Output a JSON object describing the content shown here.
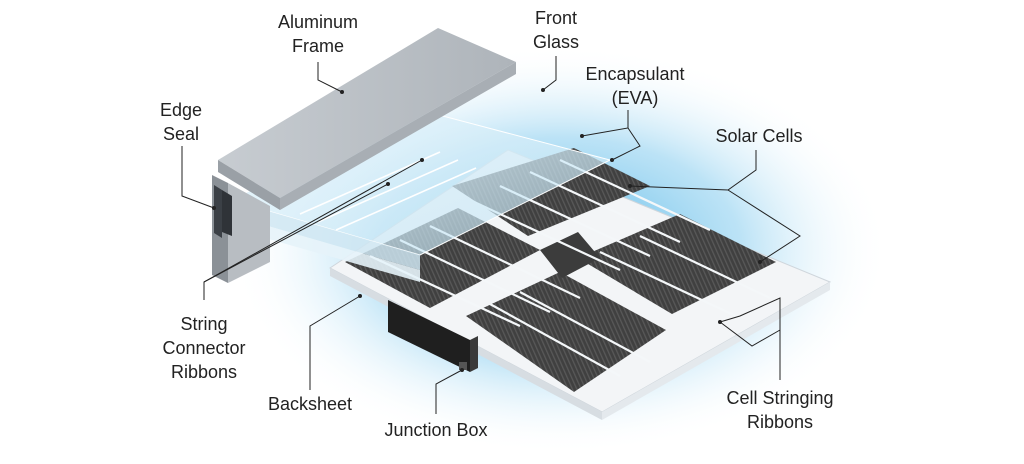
{
  "colors": {
    "frame": "#b9bec4",
    "glass": "#d9ecf6",
    "cell": "#3c3c3c",
    "backsheet": "#f2f4f6",
    "glow": "#5bb8e6",
    "leader": "#222222"
  },
  "labels": {
    "aluminum_frame": [
      "Aluminum",
      "Frame"
    ],
    "front_glass": [
      "Front",
      "Glass"
    ],
    "encapsulant": [
      "Encapsulant",
      "(EVA)"
    ],
    "solar_cells": [
      "Solar Cells"
    ],
    "edge_seal": [
      "Edge",
      "Seal"
    ],
    "string_connector_ribbons": [
      "String",
      "Connector",
      "Ribbons"
    ],
    "backsheet": [
      "Backsheet"
    ],
    "junction_box": [
      "Junction Box"
    ],
    "cell_stringing_ribbons": [
      "Cell Stringing",
      "Ribbons"
    ]
  }
}
